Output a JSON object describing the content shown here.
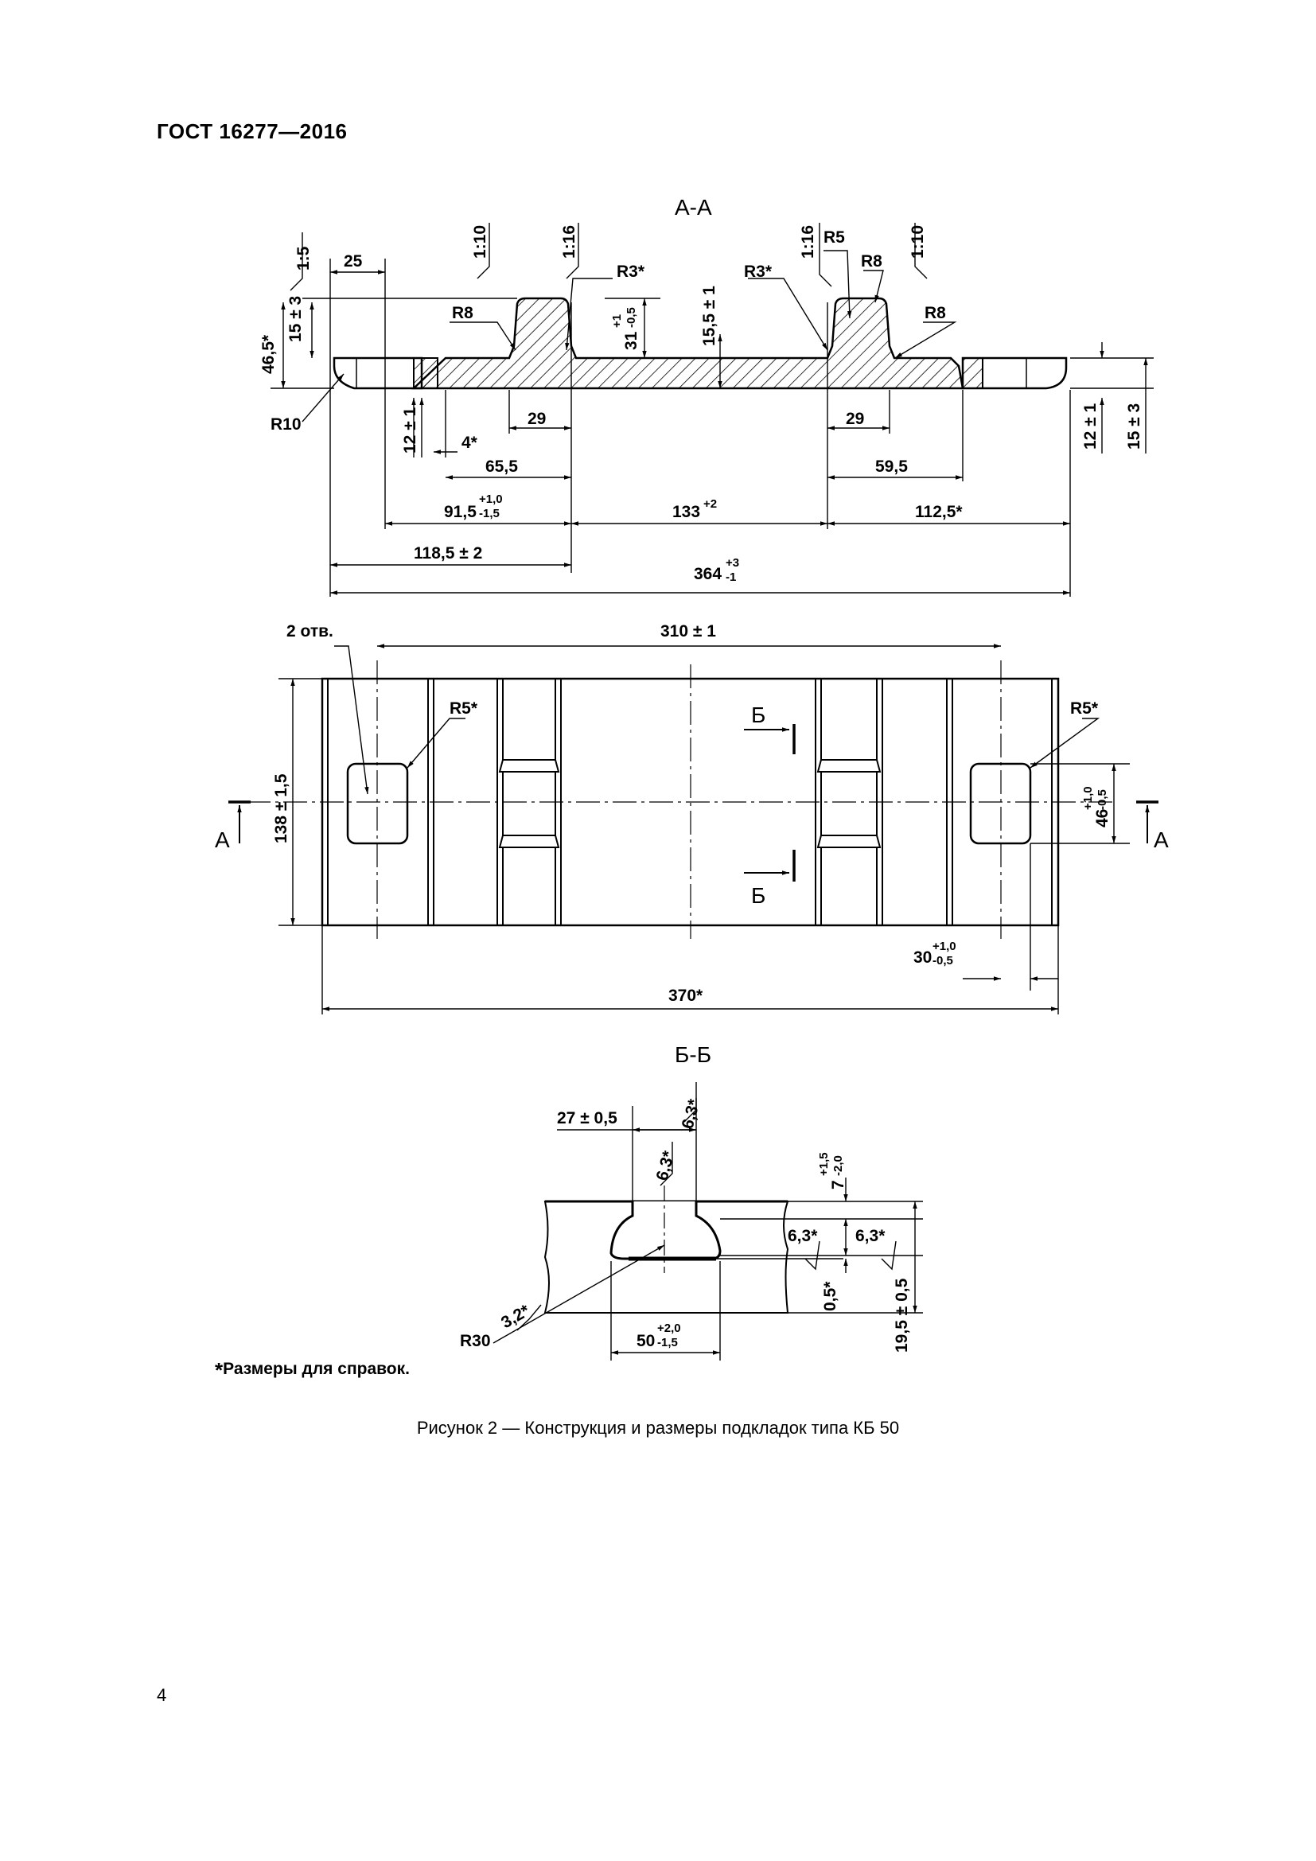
{
  "header": {
    "doc_code": "ГОСТ 16277—2016"
  },
  "sections": {
    "aa": "А-А",
    "bb": "Б-Б",
    "cut_a": "А",
    "cut_b": "Б"
  },
  "section_aa": {
    "slopes": [
      "1:5",
      "1:10",
      "1:16",
      "1:16",
      "1:10"
    ],
    "radii": [
      "R10",
      "R8",
      "R3*",
      "R3*",
      "R5",
      "R8",
      "R8"
    ],
    "dims": {
      "d25": "25",
      "d46_5": "46,5*",
      "d15_3_left": "15 ± 3",
      "d31": "31",
      "d31_tol_up": "+1",
      "d31_tol_dn": "-0,5",
      "d15_5": "15,5 ± 1",
      "d12_1_left": "12 ± 1",
      "d4": "4*",
      "d29_left": "29",
      "d29_right": "29",
      "d65_5": "65,5",
      "d59_5": "59,5",
      "d91_5": "91,5",
      "d91_5_up": "+1,0",
      "d91_5_dn": "-1,5",
      "d133": "133",
      "d133_up": "+2",
      "d112_5": "112,5*",
      "d118_5": "118,5 ± 2",
      "d364": "364",
      "d364_up": "+3",
      "d364_dn": "-1",
      "d12_1_right": "12 ± 1",
      "d15_3_right": "15 ± 3"
    }
  },
  "plan_view": {
    "holes_label": "2 отв.",
    "d310": "310 ± 1",
    "r5_left": "R5*",
    "r5_right": "R5*",
    "d138": "138 ± 1,5",
    "d46": "46",
    "d46_up": "+1,0",
    "d46_dn": "-0,5",
    "d30": "30",
    "d30_up": "+1,0",
    "d30_dn": "-0,5",
    "d370": "370*"
  },
  "section_bb": {
    "d27": "27 ± 0,5",
    "rough_top": "6,3*",
    "rough_mid": "6,3*",
    "d7": "7",
    "d7_up": "+1,5",
    "d7_dn": "-2,0",
    "rough_r1": "6,3*",
    "rough_r2": "6,3*",
    "d0_5": "0,5*",
    "d19_5": "19,5 ± 0,5",
    "rough_32": "3,2*",
    "r30": "R30",
    "d50": "50",
    "d50_up": "+2,0",
    "d50_dn": "-1,5"
  },
  "footnote": {
    "star": "*",
    "text": "Размеры для справок."
  },
  "caption": "Рисунок 2 — Конструкция и размеры подкладок типа КБ 50",
  "page_number": "4"
}
